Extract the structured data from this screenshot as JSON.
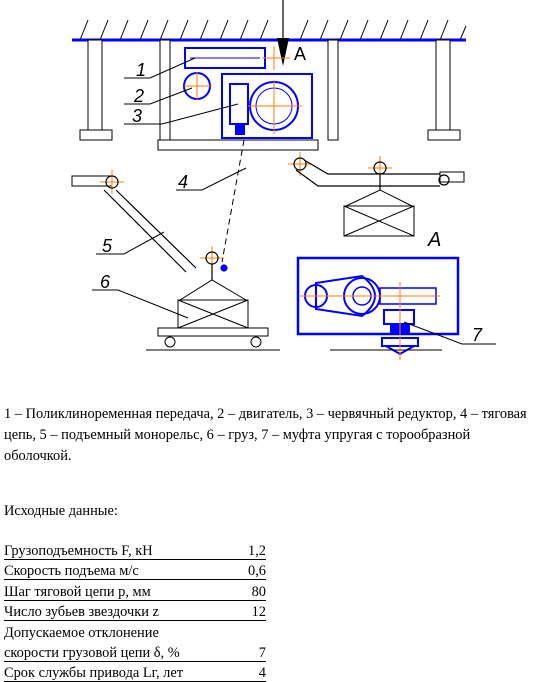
{
  "drawing": {
    "view_label": "А",
    "section_label": "А",
    "callouts": [
      "1",
      "2",
      "3",
      "4",
      "5",
      "6",
      "7"
    ],
    "colors": {
      "line": "#000000",
      "blue": "#0000ff",
      "center": "#ff7f00"
    }
  },
  "caption": "1 – Поликлиноременная передача, 2 – двигатель, 3 – червячный редуктор, 4 – тяговая цепь, 5 – подъемный монорельс, 6 – груз, 7 – муфта упругая с торообразной оболочкой.",
  "heading": "Исходные данные:",
  "params": [
    {
      "label": "Грузоподъемность F, кН",
      "value": "1,2"
    },
    {
      "label": "Скорость подъема м/с",
      "value": "0,6"
    },
    {
      "label": "Шаг тяговой цепи p, мм",
      "value": "80"
    },
    {
      "label": "Число зубьев звездочки z",
      "value": "12"
    },
    {
      "label": "Допускаемое отклонение",
      "value": ""
    },
    {
      "label": "скорости грузовой цепи  δ, %",
      "value": "7"
    },
    {
      "label": "Срок службы привода  Lг, лет",
      "value": "4"
    }
  ]
}
